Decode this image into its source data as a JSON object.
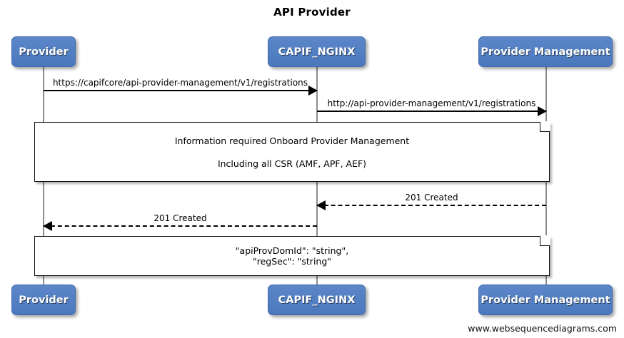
{
  "title": "API Provider",
  "footer": "www.websequencediagrams.com",
  "participants": [
    {
      "name": "Provider",
      "label": "Provider"
    },
    {
      "name": "CAPIF_NGINX",
      "label": "CAPIF_NGINX"
    },
    {
      "name": "Provider Management",
      "label": "Provider Management"
    }
  ],
  "messages": [
    {
      "from": "Provider",
      "to": "CAPIF_NGINX",
      "label": "https://capifcore/api-provider-management/v1/registrations",
      "style": "solid",
      "direction": "right"
    },
    {
      "from": "CAPIF_NGINX",
      "to": "Provider Management",
      "label": "http://api-provider-management/v1/registrations",
      "style": "solid",
      "direction": "right"
    },
    {
      "from": "Provider Management",
      "to": "CAPIF_NGINX",
      "label": "201 Created",
      "style": "dashed",
      "direction": "left"
    },
    {
      "from": "CAPIF_NGINX",
      "to": "Provider",
      "label": "201 Created",
      "style": "dashed",
      "direction": "left"
    }
  ],
  "notes": [
    {
      "id": "note-onboard-info",
      "line1": "Information required Onboard Provider Management",
      "line2": "Including all CSR (AMF, APF, AEF)"
    },
    {
      "id": "note-response-body",
      "line1": "\"apiProvDomId\": \"string\",",
      "line2": "\"regSec\": \"string\""
    }
  ],
  "colors": {
    "participant_fill": "#4f81bd",
    "participant_border": "#3d6ab0",
    "participant_text": "#ffffff",
    "lifeline": "#8d8d8d",
    "arrow": "#000000",
    "note_fill": "#ffffff",
    "background": "#ffffff"
  }
}
